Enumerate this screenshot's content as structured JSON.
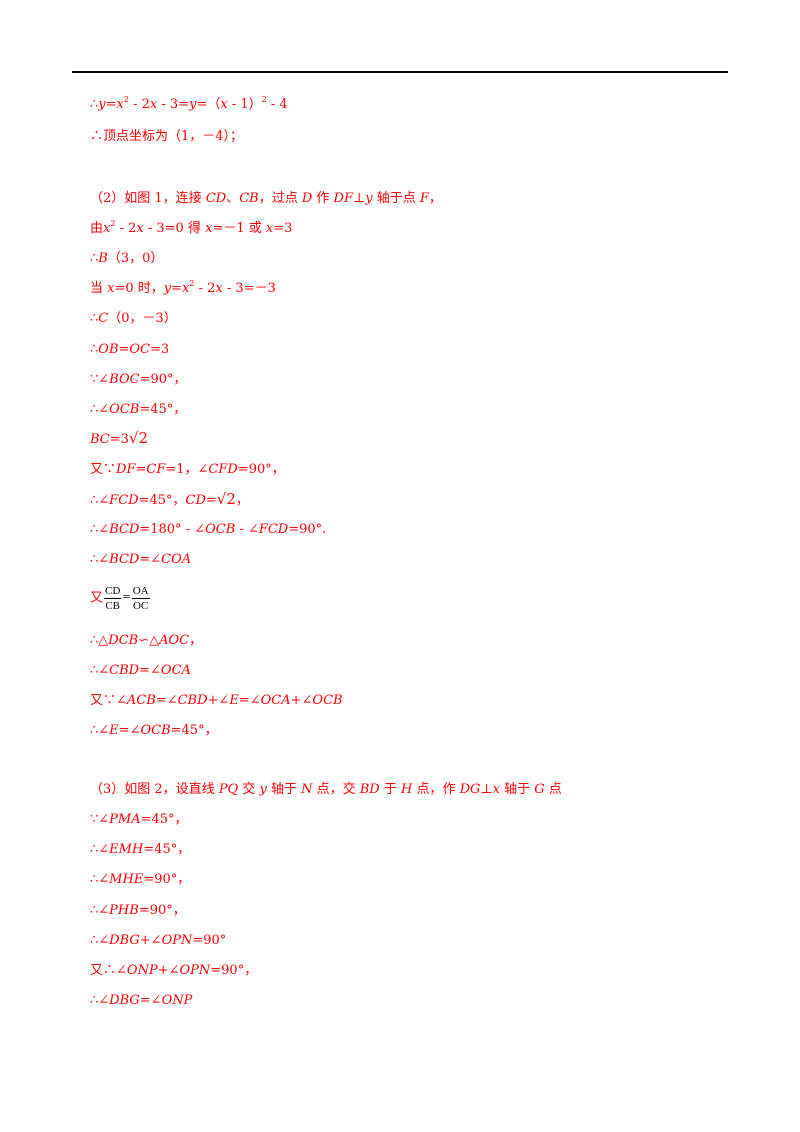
{
  "lines": {
    "l1": "∴y=x² - 2x - 3=y=（x - 1）² - 4",
    "l2": "∴顶点坐标为（1，－4）；",
    "l3": "（2）如图 1，连接 CD、CB，过点 D 作 DF⊥y 轴于点 F，",
    "l4": "由x² - 2x - 3=0 得 x=－1 或 x=3",
    "l5": "∴B（3，0）",
    "l6": "当 x=0 时，y=x² - 2x - 3=－3",
    "l7": "∴C（0，－3）",
    "l8": "∴OB=OC=3",
    "l9": "∵∠BOC=90°，",
    "l10": "∴∠OCB=45°，",
    "l11": "BC=3√2",
    "l12": "又∵DF=CF=1，∠CFD=90°，",
    "l13": "∴∠FCD=45°，CD=√2，",
    "l14": "∴∠BCD=180° - ∠OCB - ∠FCD=90°.",
    "l15": "∴∠BCD=∠COA",
    "l16": "又 CD/CB = OA/OC",
    "l17": "∴△DCB∽△AOC，",
    "l18": "∴∠CBD=∠OCA",
    "l19": "又∵∠ACB=∠CBD+∠E=∠OCA+∠OCB",
    "l20": "∴∠E=∠OCB=45°，",
    "l21": "（3）如图 2，设直线 PQ 交 y 轴于 N 点，交 BD 于 H 点，作 DG⊥x 轴于 G 点",
    "l22": "∵∠PMA=45°，",
    "l23": "∴∠EMH=45°，",
    "l24": "∴∠MHE=90°，",
    "l25": "∴∠PHB=90°，",
    "l26": "∴∠DBG+∠OPN=90°",
    "l27": "又∴∠ONP+∠OPN=90°，",
    "l28": "∴∠DBG=∠ONP"
  },
  "fraction": {
    "left_num": "CD",
    "left_den": "CB",
    "right_num": "OA",
    "right_den": "OC"
  },
  "colors": {
    "text": "#ff0000",
    "rule": "#000000"
  }
}
